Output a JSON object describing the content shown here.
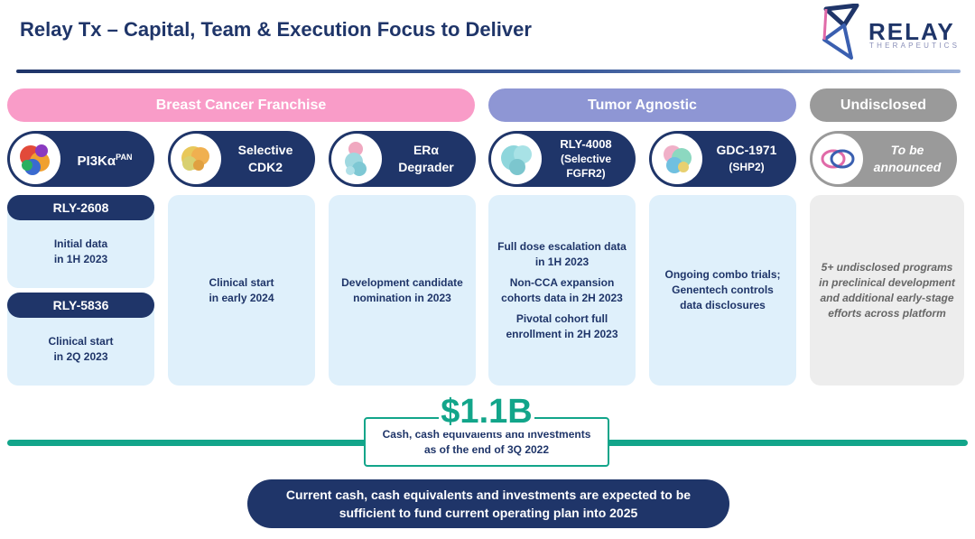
{
  "header": {
    "title": "Relay Tx – Capital, Team & Execution Focus to Deliver",
    "logo_name": "RELAY",
    "logo_sub": "THERAPEUTICS"
  },
  "categories": {
    "breast": "Breast Cancer Franchise",
    "tumor": "Tumor Agnostic",
    "undisclosed": "Undisclosed"
  },
  "colors": {
    "navy": "#1f3569",
    "pink": "#f99cc8",
    "lavender": "#8e96d4",
    "grey": "#9a9a9a",
    "teal": "#12a58a",
    "card_blue": "#dff0fb"
  },
  "programs": {
    "pi3k": {
      "name": "PI3Kα",
      "sup": "PAN",
      "icon": "pi3k-protein-structure"
    },
    "cdk2": {
      "line1": "Selective",
      "line2": "CDK2",
      "icon": "cdk2-protein-structure"
    },
    "era": {
      "line1": "ERα",
      "line2": "Degrader",
      "icon": "era-protein-structure"
    },
    "rly4008": {
      "line1": "RLY-4008",
      "line2": "(Selective",
      "line3": "FGFR2)",
      "icon": "fgfr2-protein-structure"
    },
    "gdc": {
      "line1": "GDC-1971",
      "line2": "(SHP2)",
      "icon": "shp2-protein-structure"
    },
    "tba": {
      "line1": "To be",
      "line2": "announced",
      "icon": "relay-dynamo-icon"
    }
  },
  "cards": {
    "rly2608": {
      "label": "RLY-2608",
      "line1": "Initial data",
      "line2": "in 1H 2023"
    },
    "rly5836": {
      "label": "RLY-5836",
      "line1": "Clinical start",
      "line2": "in 2Q 2023"
    },
    "cdk2": {
      "line1": "Clinical start",
      "line2": "in early 2024"
    },
    "era": {
      "line1": "Development candidate",
      "line2": "nomination in 2023"
    },
    "rly4008": {
      "p1a": "Full dose escalation data",
      "p1b": "in 1H 2023",
      "p2a": "Non-CCA expansion",
      "p2b": "cohorts data in 2H 2023",
      "p3a": "Pivotal cohort full",
      "p3b": "enrollment in 2H 2023"
    },
    "gdc": {
      "line1": "Ongoing combo trials;",
      "line2": "Genentech controls",
      "line3": "data disclosures"
    },
    "undisclosed": {
      "line1": "5+ undisclosed programs",
      "line2": "in preclinical development",
      "line3": "and additional early-stage",
      "line4": "efforts across platform"
    }
  },
  "cash": {
    "amount": "$1.1B",
    "line1": "Cash, cash equivalents and investments",
    "line2": "as of the end of 3Q 2022"
  },
  "footer": {
    "line1": "Current cash, cash equivalents and investments are expected to be",
    "line2": "sufficient to fund current operating plan into 2025"
  }
}
